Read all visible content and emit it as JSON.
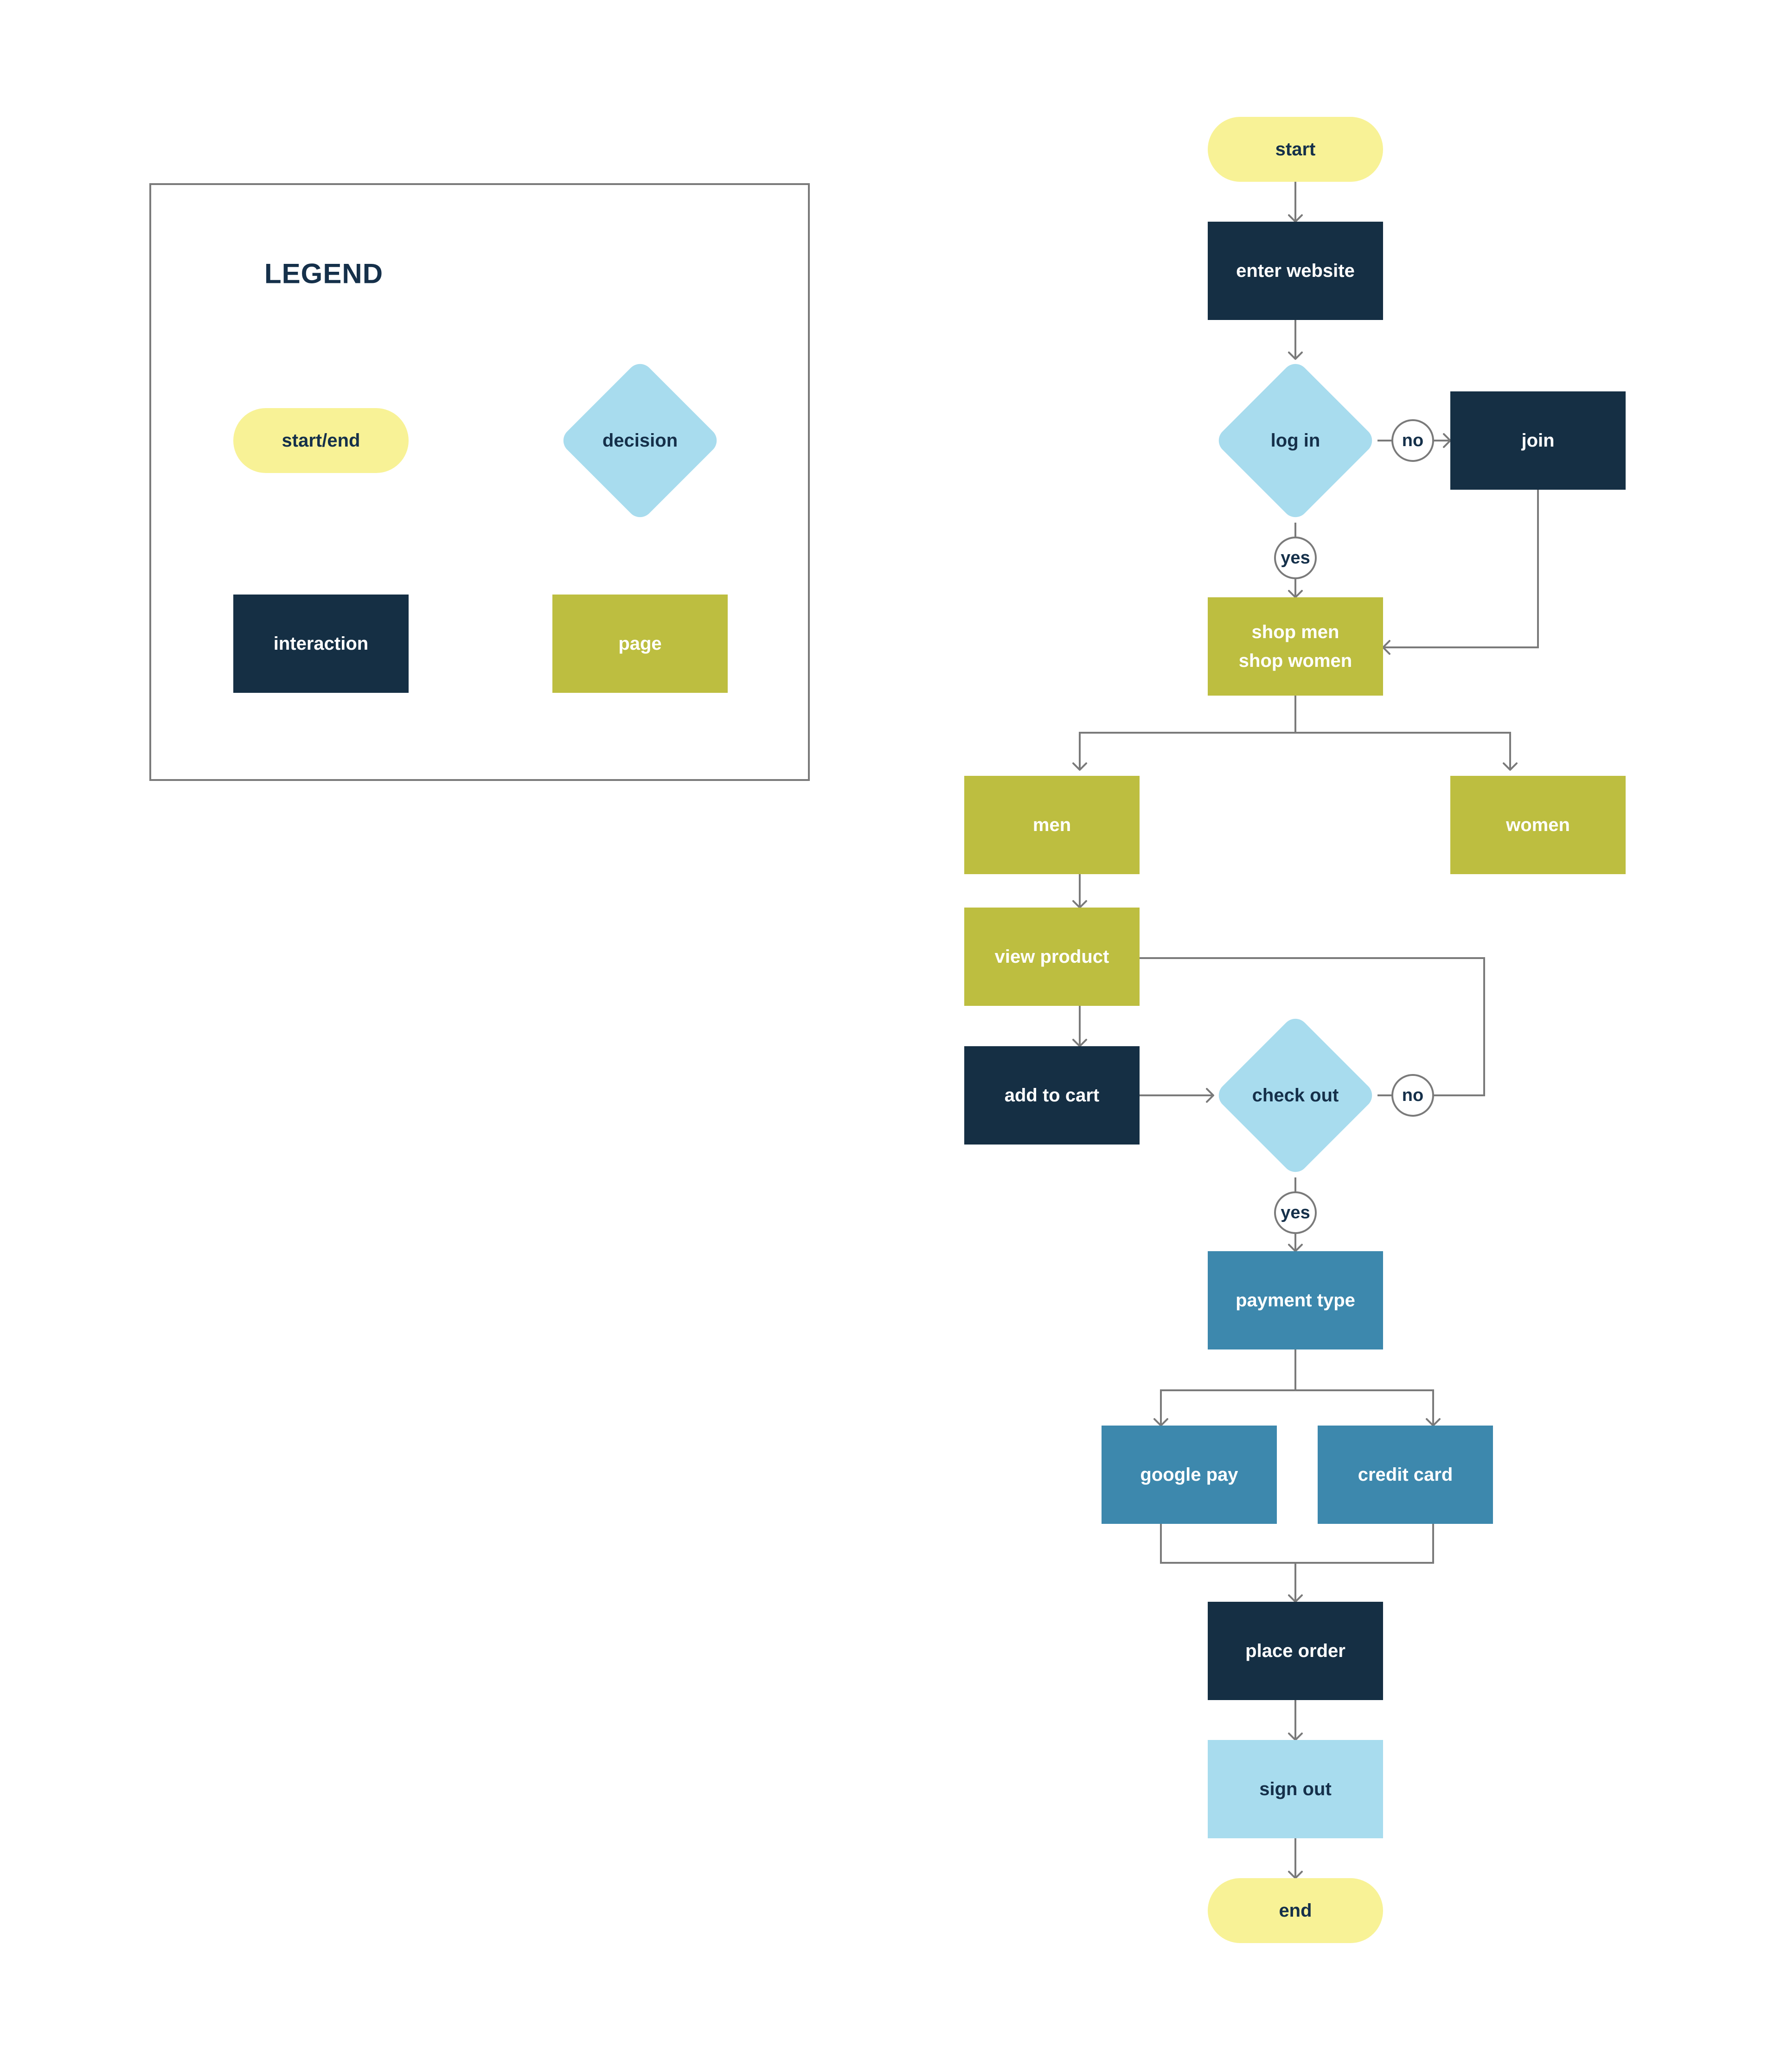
{
  "colors": {
    "start_end": "#f8f296",
    "decision": "#a8dcee",
    "interaction": "#152f44",
    "page": "#bdbe40",
    "payment": "#3d88ad",
    "signout": "#a8dcee",
    "connector": "#7a7a7a",
    "legend_border": "#7a7a7a",
    "text_dark": "#15304a",
    "text_light": "#ffffff"
  },
  "legend": {
    "title": "LEGEND",
    "items": [
      {
        "name": "start-end",
        "label": "start/end",
        "type": "start_end"
      },
      {
        "name": "decision",
        "label": "decision",
        "type": "decision"
      },
      {
        "name": "interaction",
        "label": "interaction",
        "type": "interaction"
      },
      {
        "name": "page",
        "label": "page",
        "type": "page"
      }
    ]
  },
  "nodes": [
    {
      "id": "start",
      "label": "start",
      "type": "start_end"
    },
    {
      "id": "enter-website",
      "label": "enter website",
      "type": "interaction"
    },
    {
      "id": "log-in",
      "label": "log in",
      "type": "decision"
    },
    {
      "id": "join",
      "label": "join",
      "type": "interaction"
    },
    {
      "id": "shop",
      "label": "shop men\nshop women",
      "type": "page"
    },
    {
      "id": "men",
      "label": "men",
      "type": "page"
    },
    {
      "id": "women",
      "label": "women",
      "type": "page"
    },
    {
      "id": "view-product",
      "label": "view product",
      "type": "page"
    },
    {
      "id": "add-to-cart",
      "label": "add to cart",
      "type": "interaction"
    },
    {
      "id": "check-out",
      "label": "check out",
      "type": "decision"
    },
    {
      "id": "payment-type",
      "label": "payment type",
      "type": "payment"
    },
    {
      "id": "google-pay",
      "label": "google pay",
      "type": "payment"
    },
    {
      "id": "credit-card",
      "label": "credit card",
      "type": "payment"
    },
    {
      "id": "place-order",
      "label": "place order",
      "type": "interaction"
    },
    {
      "id": "sign-out",
      "label": "sign out",
      "type": "signout"
    },
    {
      "id": "end",
      "label": "end",
      "type": "start_end"
    }
  ],
  "edge_labels": [
    {
      "id": "login-no",
      "label": "no"
    },
    {
      "id": "login-yes",
      "label": "yes"
    },
    {
      "id": "checkout-no",
      "label": "no"
    },
    {
      "id": "checkout-yes",
      "label": "yes"
    }
  ]
}
